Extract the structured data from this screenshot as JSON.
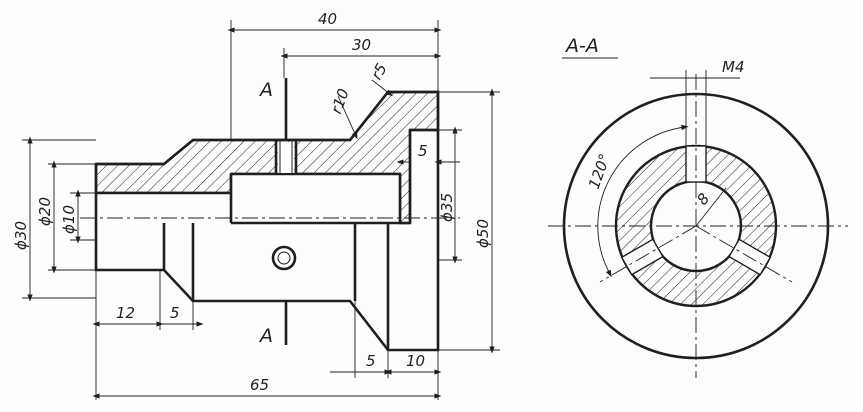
{
  "section_title": "A-A",
  "section_mark_top": "A",
  "section_mark_bottom": "A",
  "dims": {
    "total_length": "65",
    "flange_to_end": "40",
    "radius_zone": "30",
    "fillet_small": "r5",
    "fillet_large": "r10",
    "groove_width": "5",
    "bore_35": "ϕ35",
    "outer_50": "ϕ50",
    "outer_30": "ϕ30",
    "outer_20": "ϕ20",
    "bore_10": "ϕ10",
    "left_step": "12",
    "left_chamfer": "5",
    "right_chamfer": "5",
    "right_end": "10",
    "thread": "M4",
    "angle": "120°",
    "hole_8": "8"
  },
  "colors": {
    "ink": "#1f1f1f",
    "paper": "#fdfdfc"
  }
}
